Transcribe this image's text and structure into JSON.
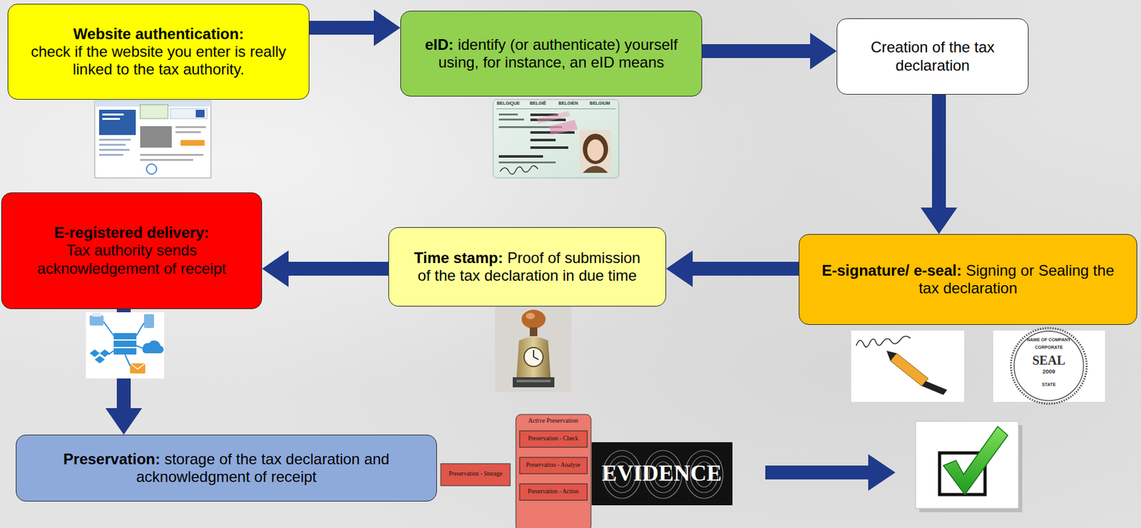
{
  "diagram": {
    "nodes": [
      {
        "text": [
          "Website authentication:",
          "check if the website you enter is really linked to the tax authority."
        ]
      },
      {
        "text": [
          "eID:",
          "identify (or authenticate) yourself using, for instance, an eID means"
        ]
      },
      {
        "text": [
          "Creation of the tax declaration"
        ]
      },
      {
        "text": [
          "E-signature/ e-seal:",
          "Signing or Sealing the tax declaration"
        ]
      },
      {
        "text": [
          "Time stamp:",
          "Proof of submission of the tax declaration in due time"
        ]
      },
      {
        "text": [
          "E-registered delivery:",
          "Tax authority sends acknowledgement of receipt"
        ]
      },
      {
        "text": [
          "Preservation:",
          "storage of the tax declaration and acknowledgment of receipt"
        ]
      }
    ],
    "edges": [
      {
        "from": 0,
        "to": 1,
        "arrow": "to"
      },
      {
        "from": 1,
        "to": 2,
        "arrow": "to"
      },
      {
        "from": 2,
        "to": 3,
        "arrow": "to"
      },
      {
        "from": 3,
        "to": 4,
        "arrow": "to"
      },
      {
        "from": 4,
        "to": 5,
        "arrow": "to"
      },
      {
        "from": 5,
        "to": 6,
        "arrow": "to"
      }
    ],
    "labels": [
      "BELGIQUE",
      "BELGIË",
      "BELGIEN",
      "BELGIUM",
      "NAME OF COMPANY",
      "CORPORATE",
      "SEAL",
      "2009",
      "STATE",
      "Preservation - Storage",
      "Active Preservation",
      "Preservation - Check",
      "Preservation - Analyse",
      "Preservation - Action",
      "EVIDENCE"
    ]
  }
}
